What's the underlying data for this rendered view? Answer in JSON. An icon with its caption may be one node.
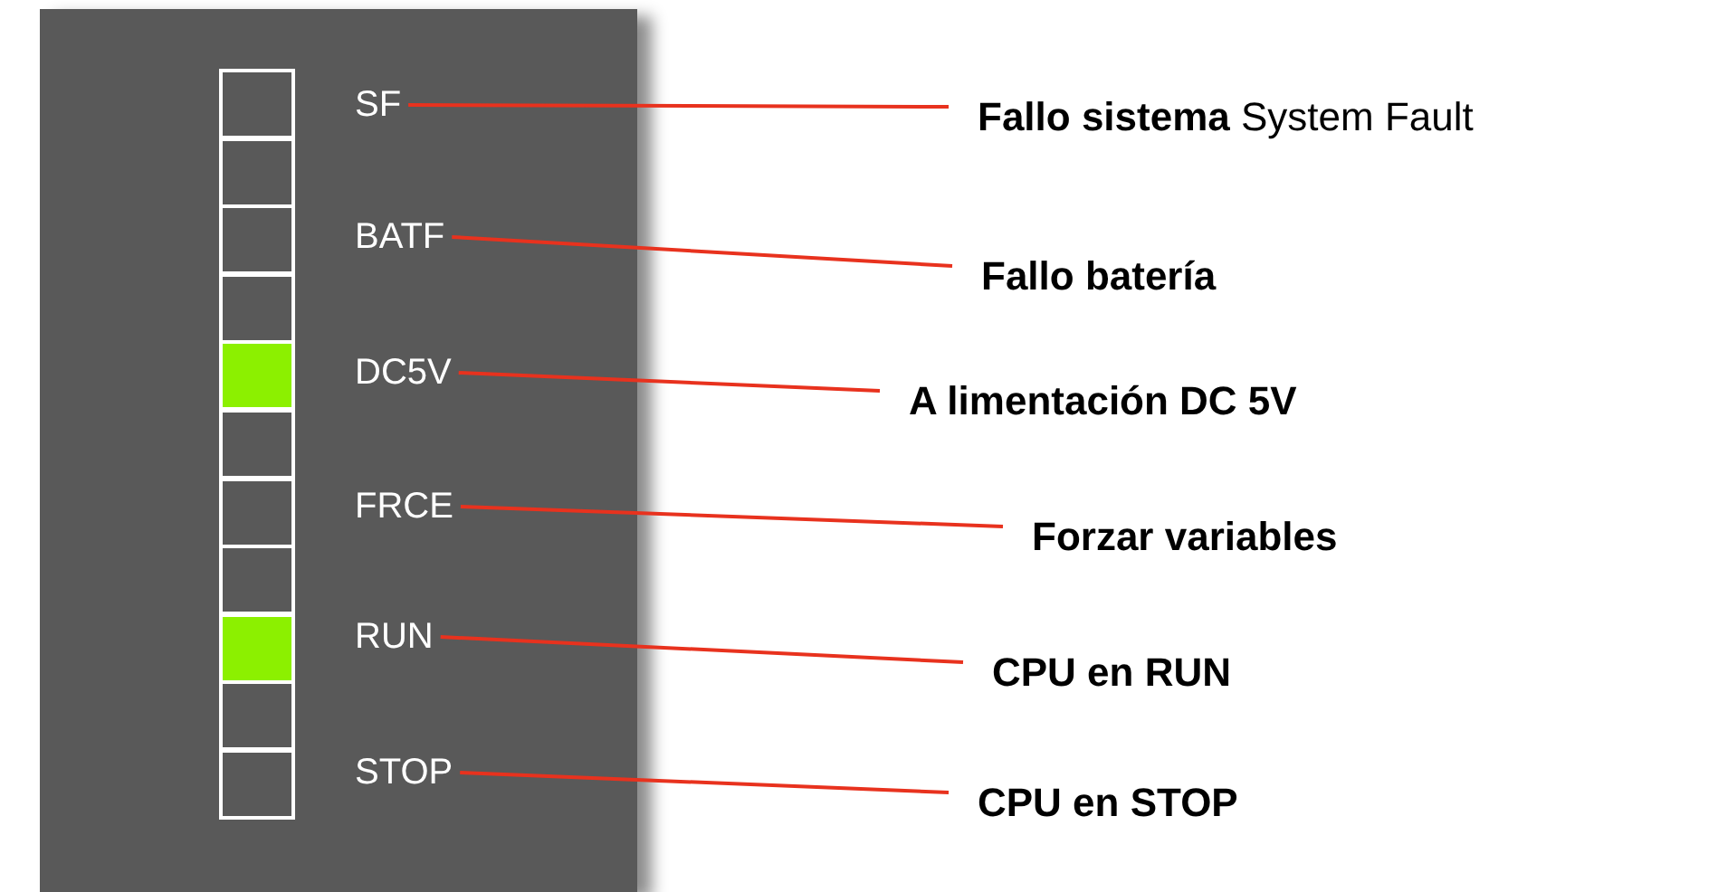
{
  "diagram": {
    "nodes": [
      {
        "text": [],
        "shape": "box"
      },
      {
        "text": [],
        "shape": "box",
        "in": 0
      },
      {
        "text": [],
        "shape": "box",
        "in": 0
      },
      {
        "text": [],
        "shape": "box",
        "in": 0
      },
      {
        "text": [],
        "shape": "box",
        "in": 0
      },
      {
        "text": [],
        "shape": "box",
        "in": 0
      },
      {
        "text": [],
        "shape": "box",
        "in": 0
      },
      {
        "text": [],
        "shape": "box",
        "in": 0
      },
      {
        "text": [],
        "shape": "box",
        "in": 0
      },
      {
        "text": [],
        "shape": "box",
        "in": 0
      },
      {
        "text": [],
        "shape": "box",
        "in": 0
      },
      {
        "text": [],
        "shape": "box",
        "in": 0
      },
      {
        "text": [
          "SF"
        ],
        "in": 0
      },
      {
        "text": [
          "BATF"
        ],
        "in": 0
      },
      {
        "text": [
          "DC5V"
        ],
        "in": 0
      },
      {
        "text": [
          "FRCE"
        ],
        "in": 0
      },
      {
        "text": [
          "RUN"
        ],
        "in": 0
      },
      {
        "text": [
          "STOP"
        ],
        "in": 0
      },
      {
        "text": [
          "**Fallo sistema** System Fault"
        ]
      },
      {
        "text": [
          "Fallo batería"
        ]
      },
      {
        "text": [
          "A limentación DC 5V"
        ]
      },
      {
        "text": [
          "Forzar variables"
        ]
      },
      {
        "text": [
          "CPU en RUN"
        ]
      },
      {
        "text": [
          "CPU en STOP"
        ]
      }
    ],
    "edges": [
      {
        "from": 12,
        "to": 18,
        "arrow": "none",
        "color": "#e8321e"
      },
      {
        "from": 13,
        "to": 19,
        "arrow": "none",
        "color": "#e8321e"
      },
      {
        "from": 14,
        "to": 20,
        "arrow": "none",
        "color": "#e8321e"
      },
      {
        "from": 15,
        "to": 21,
        "arrow": "none",
        "color": "#e8321e"
      },
      {
        "from": 16,
        "to": 22,
        "arrow": "none",
        "color": "#e8321e"
      },
      {
        "from": 17,
        "to": 23,
        "arrow": "none",
        "color": "#e8321e"
      }
    ]
  }
}
